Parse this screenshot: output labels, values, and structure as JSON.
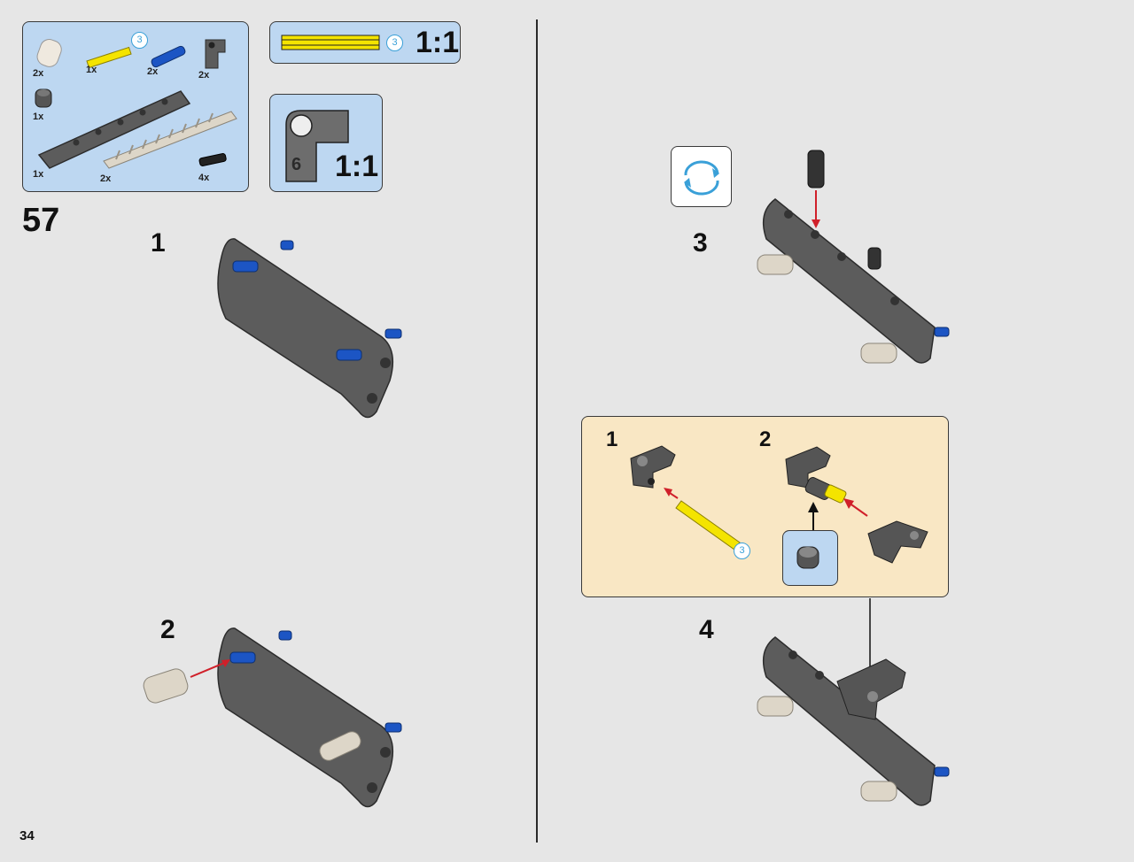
{
  "parts_panel": {
    "items": [
      {
        "qty": "2x",
        "icon": "pin-light-gray"
      },
      {
        "qty": "1x",
        "icon": "axle-yellow",
        "callout": "3"
      },
      {
        "qty": "2x",
        "icon": "pin-blue"
      },
      {
        "qty": "2x",
        "icon": "angle-connector-dark-gray"
      },
      {
        "qty": "1x",
        "icon": "bush-dark-gray"
      },
      {
        "qty": "1x",
        "icon": "beam-dark-gray"
      },
      {
        "qty": "2x",
        "icon": "spring-axle-tan"
      },
      {
        "qty": "4x",
        "icon": "pin-black"
      }
    ]
  },
  "axle_panel": {
    "callout": "3",
    "scale": "1:1",
    "color": "#f4e400"
  },
  "connector_panel": {
    "label": "6",
    "scale": "1:1"
  },
  "step": {
    "number": "57"
  },
  "substeps": {
    "s1": "1",
    "s2": "2",
    "s3": "3",
    "s4": "4"
  },
  "subassembly": {
    "a": "1",
    "b": "2",
    "callout": "3"
  },
  "rotate_icon": "rotate-arrows-icon",
  "page_number": "34",
  "colors": {
    "background": "#e6e6e6",
    "panel_blue": "#bdd7f1",
    "subassembly_bg": "#f9e7c4",
    "dark_part": "#5c5c5c",
    "arrow_red": "#d0202a",
    "callout_blue": "#3aa0d8"
  }
}
